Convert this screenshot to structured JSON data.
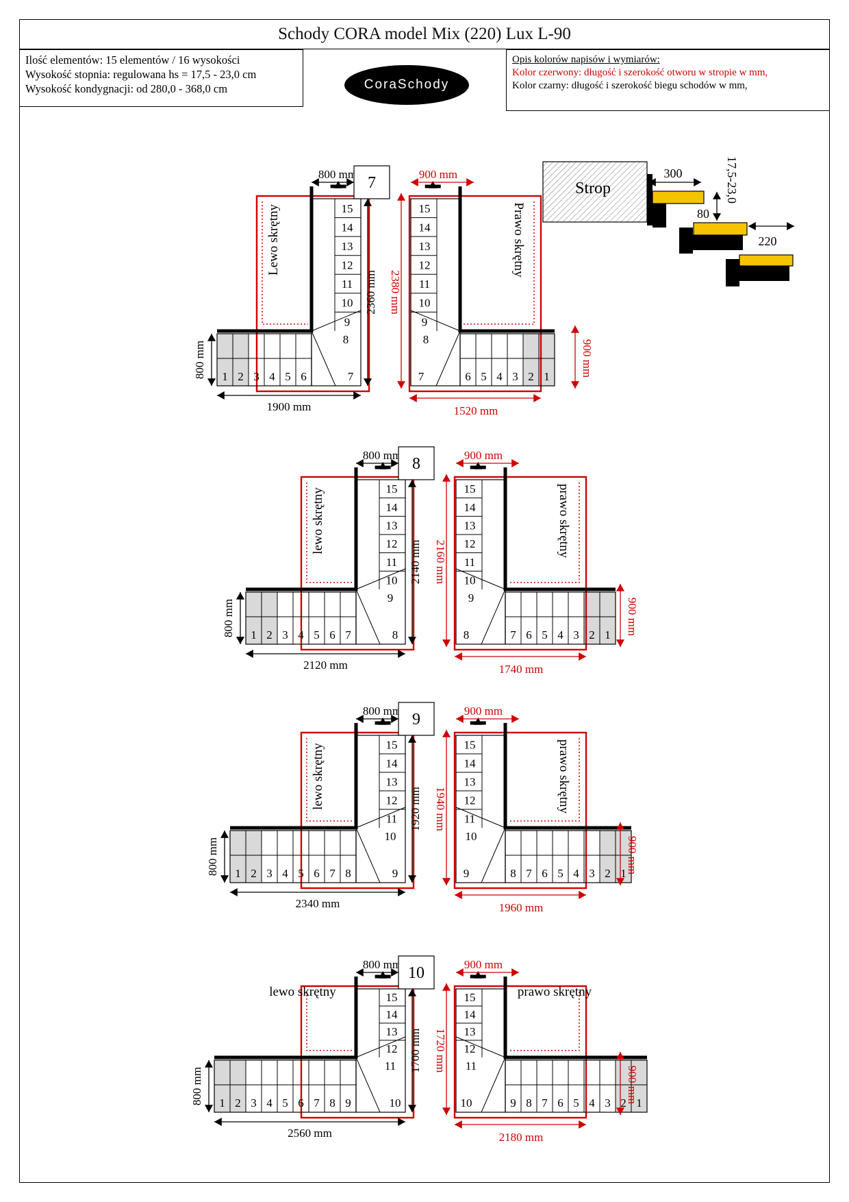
{
  "title": "Schody CORA model Mix (220) Lux L-90",
  "logo_text": "CoraSchody",
  "info": [
    "Ilość elementów: 15 elementów / 16 wysokości",
    "Wysokość stopnia: regulowana  hs = 17,5 - 23,0 cm",
    "Wysokość kondygnacji: od 280,0 - 368,0 cm"
  ],
  "legend": {
    "heading": "Opis kolorów napisów i wymiarów:",
    "red": "Kolor czerwony: długość i szerokość otworu w stropie w mm,",
    "black": "Kolor czarny: długość i szerokość biegu schodów w mm,"
  },
  "detail": {
    "strop": "Strop",
    "d300": "300",
    "d80": "80",
    "d220": "220",
    "height": "17,5-23,0"
  },
  "colors": {
    "red": "#d00000",
    "black": "#000000",
    "grey": "#d9d9d9",
    "yellow": "#f5c400"
  },
  "variants": [
    {
      "number": "7",
      "width_label": "800 mm",
      "red_width_label": "900 mm",
      "left_turn_label": "Lewo skrętny",
      "right_turn_label": "Prawo skrętny",
      "left_length": "2360 mm",
      "right_length": "2380 mm",
      "left_depth": "800 mm",
      "right_depth": "900 mm",
      "left_bottom": "1900 mm",
      "right_bottom": "1520 mm",
      "upper_steps": [
        "15",
        "14",
        "13",
        "12",
        "11",
        "10",
        "9"
      ],
      "bottom_steps": [
        "1",
        "2",
        "3",
        "4",
        "5",
        "6"
      ],
      "winder_steps": [
        "8",
        "7"
      ]
    },
    {
      "number": "8",
      "width_label": "800 mm",
      "red_width_label": "900 mm",
      "left_turn_label": "lewo skrętny",
      "right_turn_label": "prawo skrętny",
      "left_length": "2140 mm",
      "right_length": "2160 mm",
      "left_depth": "800 mm",
      "right_depth": "900 mm",
      "left_bottom": "2120 mm",
      "right_bottom": "1740 mm",
      "upper_steps": [
        "15",
        "14",
        "13",
        "12",
        "11",
        "10"
      ],
      "bottom_steps": [
        "1",
        "2",
        "3",
        "4",
        "5",
        "6",
        "7"
      ],
      "winder_steps": [
        "9",
        "8"
      ]
    },
    {
      "number": "9",
      "width_label": "800 mm",
      "red_width_label": "900 mm",
      "left_turn_label": "lewo skrętny",
      "right_turn_label": "prawo skrętny",
      "left_length": "1920 mm",
      "right_length": "1940 mm",
      "left_depth": "800 mm",
      "right_depth": "900 mm",
      "left_bottom": "2340 mm",
      "right_bottom": "1960 mm",
      "upper_steps": [
        "15",
        "14",
        "13",
        "12",
        "11"
      ],
      "bottom_steps": [
        "1",
        "2",
        "3",
        "4",
        "5",
        "6",
        "7",
        "8"
      ],
      "winder_steps": [
        "10",
        "9"
      ]
    },
    {
      "number": "10",
      "width_label": "800 mm",
      "red_width_label": "900 mm",
      "left_turn_label": "lewo skrętny",
      "right_turn_label": "prawo skrętny",
      "left_length": "1700 mm",
      "right_length": "1720 mm",
      "left_depth": "800 mm",
      "right_depth": "900 mm",
      "left_bottom": "2560 mm",
      "right_bottom": "2180 mm",
      "upper_steps": [
        "15",
        "14",
        "13",
        "12"
      ],
      "bottom_steps": [
        "1",
        "2",
        "3",
        "4",
        "5",
        "6",
        "7",
        "8",
        "9"
      ],
      "winder_steps": [
        "11",
        "10"
      ]
    }
  ]
}
